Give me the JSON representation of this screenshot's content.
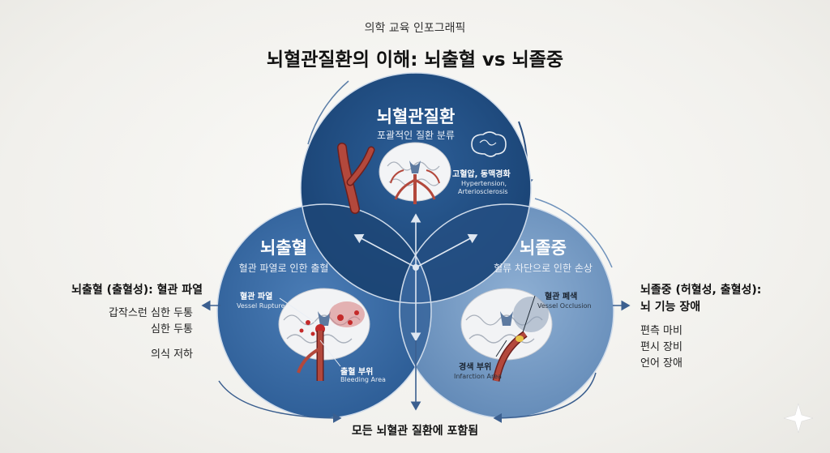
{
  "header": {
    "subtitle": "의학 교육 인포그래픽",
    "title": "뇌혈관질환의 이해: 뇌출혈 vs 뇌졸중"
  },
  "top_circle": {
    "title": "뇌혈관질환",
    "subtitle": "포괄적인 질환 분류",
    "risk_label": "고혈압, 동맥경화",
    "risk_label_en_1": "Hypertension,",
    "risk_label_en_2": "Arteriosclerosis"
  },
  "left_circle": {
    "title": "뇌출혈",
    "subtitle": "혈관 파열로 인한 출혈",
    "rupture_label": "혈관 파열",
    "rupture_label_en": "Vessel Rupture",
    "bleeding_label": "출혈 부위",
    "bleeding_label_en": "Bleeding Area"
  },
  "right_circle": {
    "title": "뇌졸중",
    "subtitle": "혈류 차단으로 인한 손상",
    "occlusion_label": "혈관 폐색",
    "occlusion_label_en": "Vessel Occlusion",
    "infarction_label": "경색 부위",
    "infarction_label_en": "Infarction Area"
  },
  "left_side": {
    "heading": "뇌출혈 (출혈성): 혈관 파열",
    "items": [
      "갑작스런 심한 두통",
      "심한 두통",
      "의식 저하"
    ]
  },
  "right_side": {
    "heading_1": "뇌졸중 (허혈성, 출혈성):",
    "heading_2": "뇌 기능 장애",
    "items": [
      "편측 마비",
      "편시 장비",
      "언어 장애"
    ]
  },
  "footer": {
    "caption": "모든 뇌혈관 질환에 포함됨"
  },
  "colors": {
    "top_circle": "#1f4a7e",
    "left_circle": "#3566a0",
    "right_circle": "#6f95c0",
    "overlap": "#1a3d6a",
    "artery": "#a33a32",
    "bleeding": "#c42a2a",
    "arrow": "#3b5f8f"
  }
}
